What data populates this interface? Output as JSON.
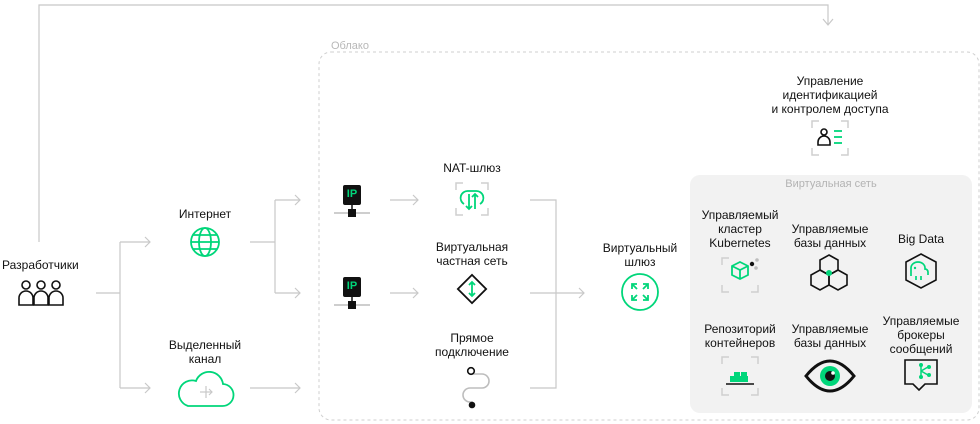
{
  "diagram": {
    "cloud_title": "Облако",
    "vnet_title": "Виртуальная сеть",
    "developers": "Разработчики",
    "internet": "Интернет",
    "dedicated": "Выделенный\nканал",
    "ip_label": "IP",
    "nat": "NAT-шлюз",
    "vpc": "Виртуальная\nчастная сеть",
    "direct": "Прямое\nподключение",
    "vgateway": "Виртуальный\nшлюз",
    "iam": "Управление\nидентификацией\nи контролем доступа",
    "k8s": "Управляемый\nкластер\nKubernetes",
    "db1": "Управляемые\nбазы данных",
    "bigdata": "Big Data",
    "registry": "Репозиторий\nконтейнеров",
    "db2": "Управляемые\nбазы данных",
    "brokers": "Управляемые\nброкеры\nсообщений"
  },
  "colors": {
    "accent": "#00d67a",
    "dark": "#111111",
    "line": "#c8c8c8",
    "vnet_bg": "#f2f2f2"
  }
}
